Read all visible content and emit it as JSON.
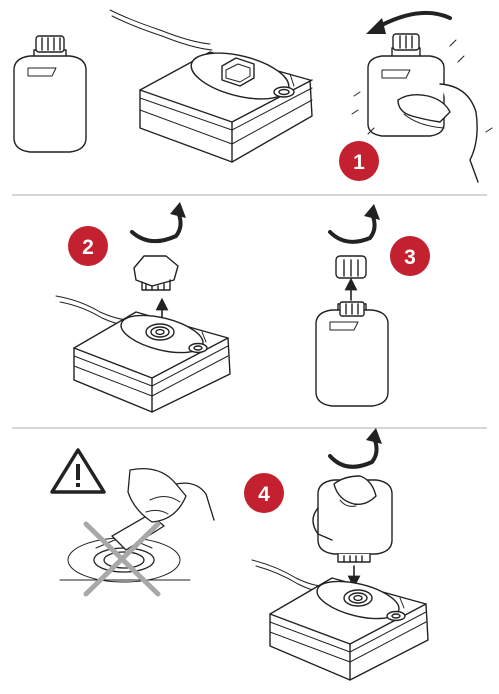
{
  "steps": [
    {
      "number": "1"
    },
    {
      "number": "2"
    },
    {
      "number": "3"
    },
    {
      "number": "4"
    }
  ],
  "colors": {
    "badge": "#c3212f",
    "line": "#222222",
    "divider": "#bdbdbd",
    "forbidden_cross": "#a8a8a8",
    "warning_sign": "#222222"
  },
  "icons": {
    "rotate": "curved-arrow-icon",
    "warning": "warning-triangle-icon",
    "forbidden": "cross-out-icon",
    "lift": "up-arrow-icon"
  }
}
